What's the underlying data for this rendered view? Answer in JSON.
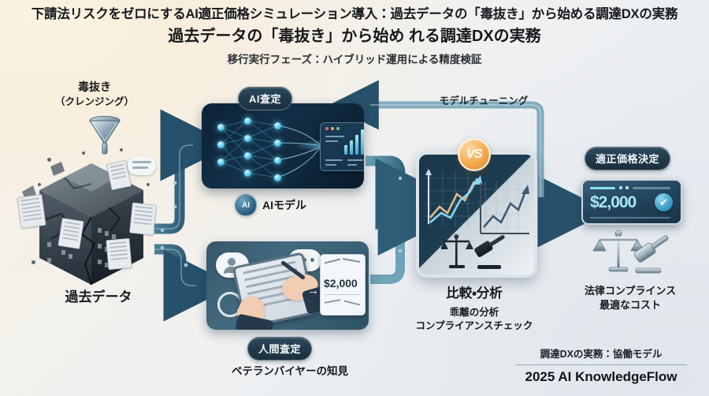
{
  "headings": {
    "line1": "下請法リスクをゼロにするAI適正価格シミュレーション導入：過去データの「毒抜き」から始める調達DXの実務",
    "line2": "過去データの「毒抜き」から始め れる調達DXの実務",
    "line3": "移行実行フェーズ：ハイブリッド運用による精度検証"
  },
  "left": {
    "cleanse_title": "毒抜き",
    "cleanse_sub": "（クレンジング）",
    "data_label": "過去データ"
  },
  "ai": {
    "pill": "AI査定",
    "model_label": "AIモデル",
    "model_icon_text": "AI"
  },
  "human": {
    "pill": "人間査定",
    "caption": "ベテランバイヤーの知見",
    "price_on_card": "$2,000"
  },
  "compare": {
    "vs_badge": "VS",
    "title": "比較・分析",
    "sub1": "乖離の分析",
    "sub2": "コンプライアンスチェック"
  },
  "feedback": {
    "label": "モデルチューニング"
  },
  "decision": {
    "pill": "適正価格決定",
    "price": "$2,000",
    "check_glyph": "✔",
    "caption1": "法律コンプラインス",
    "caption2": "最適なコスト"
  },
  "footer": {
    "tagline": "調達DXの実務：協働モデル",
    "brand": "2025 AI KnowledgeFlow"
  },
  "colors": {
    "pill_dark": "#20394a",
    "ai_panel": "#103049",
    "human_panel": "#3b6175",
    "accent_cyan": "#4fc6ee",
    "vs_orange": "#f3a94e",
    "price_cyan": "#a7e7f2",
    "pipe_teal": "#2f5c74"
  }
}
